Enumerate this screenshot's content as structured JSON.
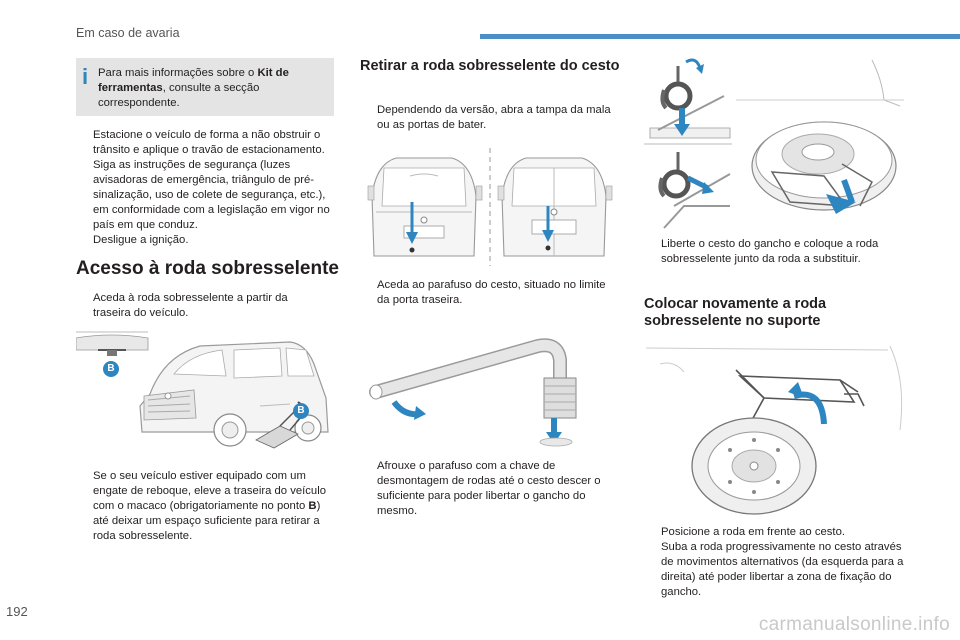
{
  "header": {
    "section_title": "Em caso de avaria",
    "accent_color": "#4a8fc7"
  },
  "page_number": "192",
  "watermark": "carmanualsonline.info",
  "col1": {
    "info_pre": "Para mais informações sobre o ",
    "info_bold": "Kit de ferramentas",
    "info_post": ", consulte a secção correspondente.",
    "bullets": [
      "Estacione o veículo de forma a não obstruir o trânsito e aplique o travão de estacionamento.",
      "Siga as instruções de segurança (luzes avisadoras de emergência, triângulo de pré-sinalização, uso de colete de segurança, etc.), em conformidade com a legislação em vigor no país em que conduz.",
      "Desligue a ignição."
    ],
    "heading": "Acesso à roda sobresselente",
    "bullet_access": "Aceda à roda sobresselente a partir da traseira do veículo.",
    "callout_label": "B",
    "tow_pre": "Se o seu veículo estiver equipado com um engate de reboque, eleve a traseira do veículo com o macaco (obrigatoriamente no ponto ",
    "tow_bold": "B",
    "tow_post": ") até deixar um espaço suficiente para retirar a roda sobresselente."
  },
  "col2": {
    "heading": "Retirar a roda sobresselente do cesto",
    "bullets": [
      "Dependendo da versão, abra a tampa da mala ou as portas de bater.",
      "Aceda ao parafuso do cesto, situado no limite da porta traseira.",
      "Afrouxe o parafuso com a chave de desmontagem de rodas até o cesto descer o suficiente para poder libertar o gancho do mesmo."
    ]
  },
  "col3": {
    "bullet_release": "Liberte o cesto do gancho e coloque a roda sobresselente junto da roda a substituir.",
    "heading": "Colocar novamente a roda sobresselente no suporte",
    "bullets": [
      "Posicione a roda em frente ao cesto.",
      "Suba a roda progressivamente no cesto através de movimentos alternativos (da esquerda para a direita) até poder libertar a zona de fixação do gancho."
    ]
  },
  "bullet_marker": "",
  "illustration_accent": "#2e86c1"
}
